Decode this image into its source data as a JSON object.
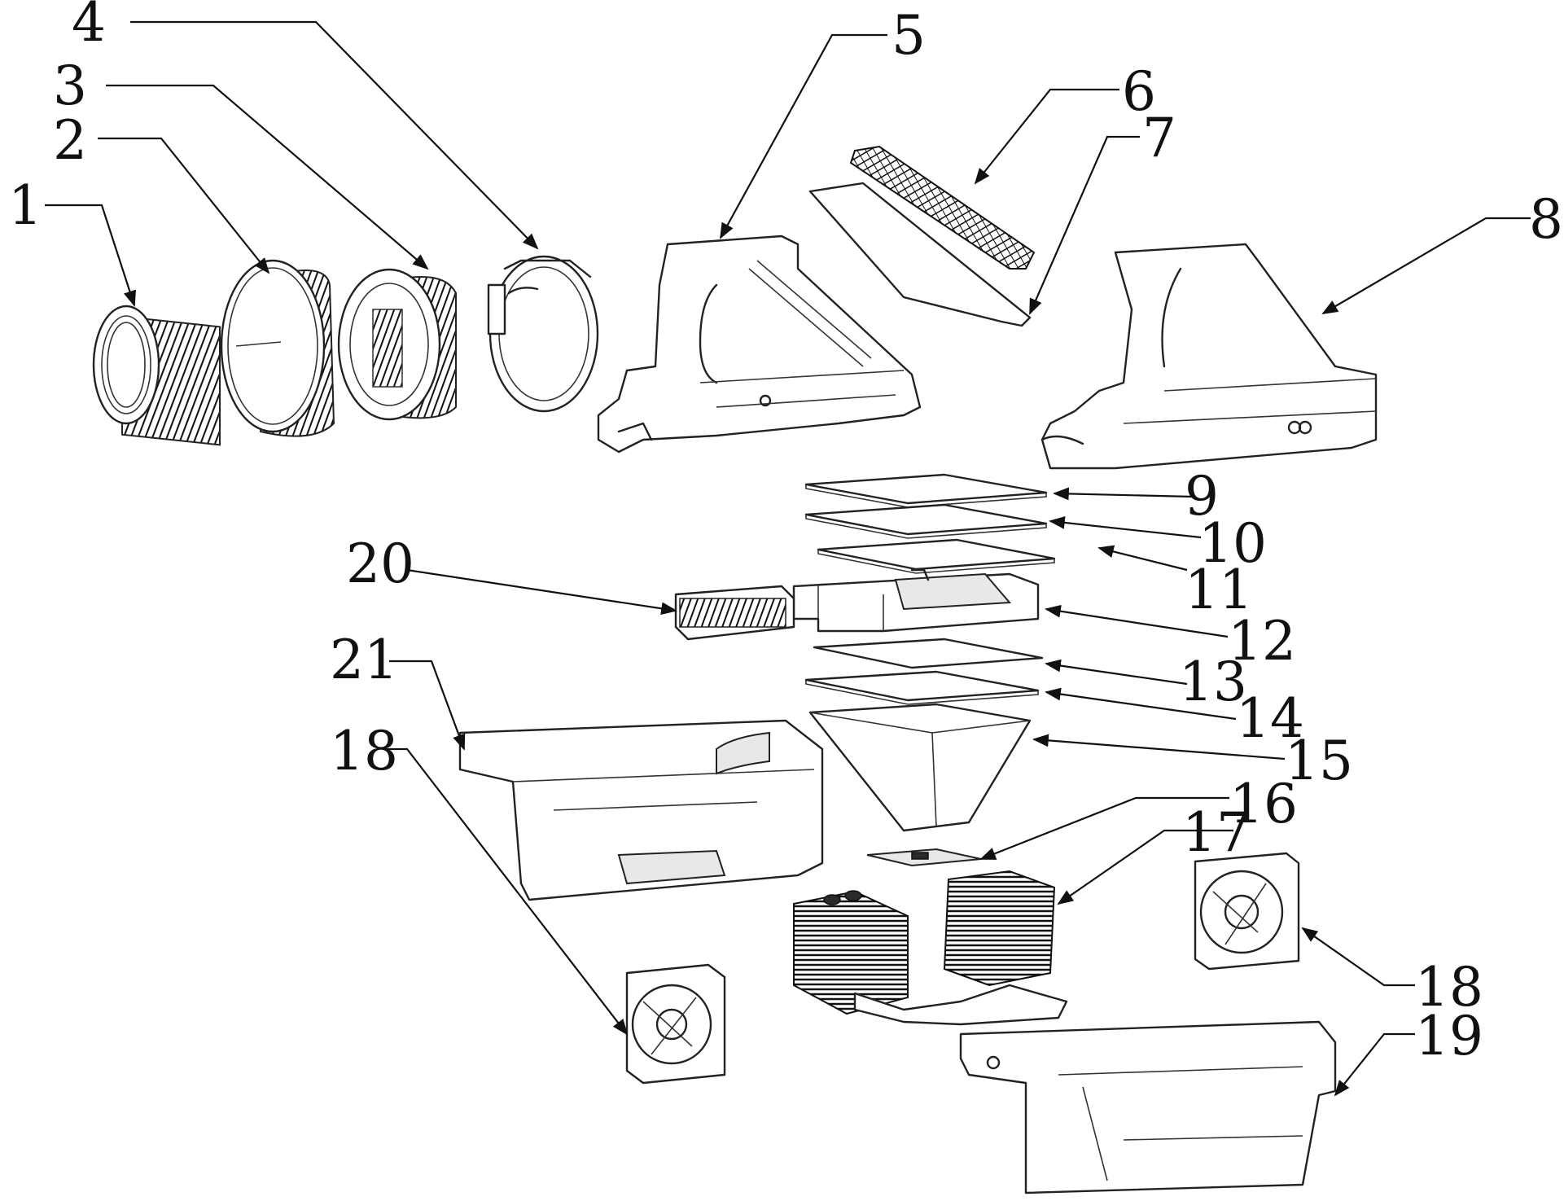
{
  "diagram": {
    "labels": [
      "1",
      "2",
      "3",
      "4",
      "5",
      "6",
      "7",
      "8",
      "9",
      "10",
      "11",
      "12",
      "13",
      "14",
      "15",
      "16",
      "17",
      "18",
      "19",
      "20",
      "21",
      "18"
    ]
  }
}
